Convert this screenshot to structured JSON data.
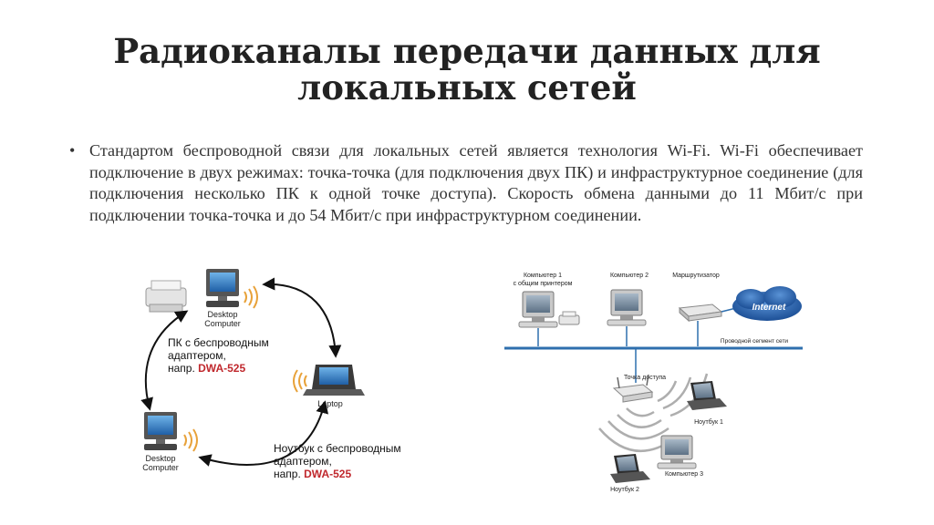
{
  "slide": {
    "title": "Радиоканалы передачи данных для локальных сетей",
    "bullet": "Стандартом беспроводной связи для локальных сетей является технология Wi-Fi. Wi-Fi обеспечивает подключение в двух режимах: точка-точка (для подключения двух ПК) и инфраструктурное соединение (для подключения несколько ПК к одной точке доступа). Скорость обмена данными до 11 Мбит/с при подключении точка-точка и до 54 Мбит/с при инфраструктурном соединении."
  },
  "diagram_left": {
    "desktop_top_label": [
      "Desktop",
      "Computer"
    ],
    "desktop_bottom_label": [
      "Desktop",
      "Computer"
    ],
    "laptop_label": "Laptop",
    "pc_caption": [
      "ПК с беспроводным",
      "адаптером,"
    ],
    "pc_caption_prefix": "напр. ",
    "pc_adapter": "DWA-525",
    "nb_caption": [
      "Ноутбук  с беспроводным",
      "адаптером,"
    ],
    "nb_caption_prefix": "напр. ",
    "nb_adapter": "DWA-525",
    "adapter_color": "#c0282d"
  },
  "diagram_right": {
    "pc1_label": [
      "Компьютер 1",
      "с общим принтером"
    ],
    "pc2_label": "Компьютер 2",
    "router_label": "Маршрутизатор",
    "internet_label": "Internet",
    "wired_label": "Проводной сегмент сети",
    "ap_label": "Точка доступа",
    "nb1_label": "Ноутбук 1",
    "nb2_label": "Ноутбук 2",
    "pc3_label": "Компьютер 3",
    "bus_color": "#2e6fae"
  }
}
